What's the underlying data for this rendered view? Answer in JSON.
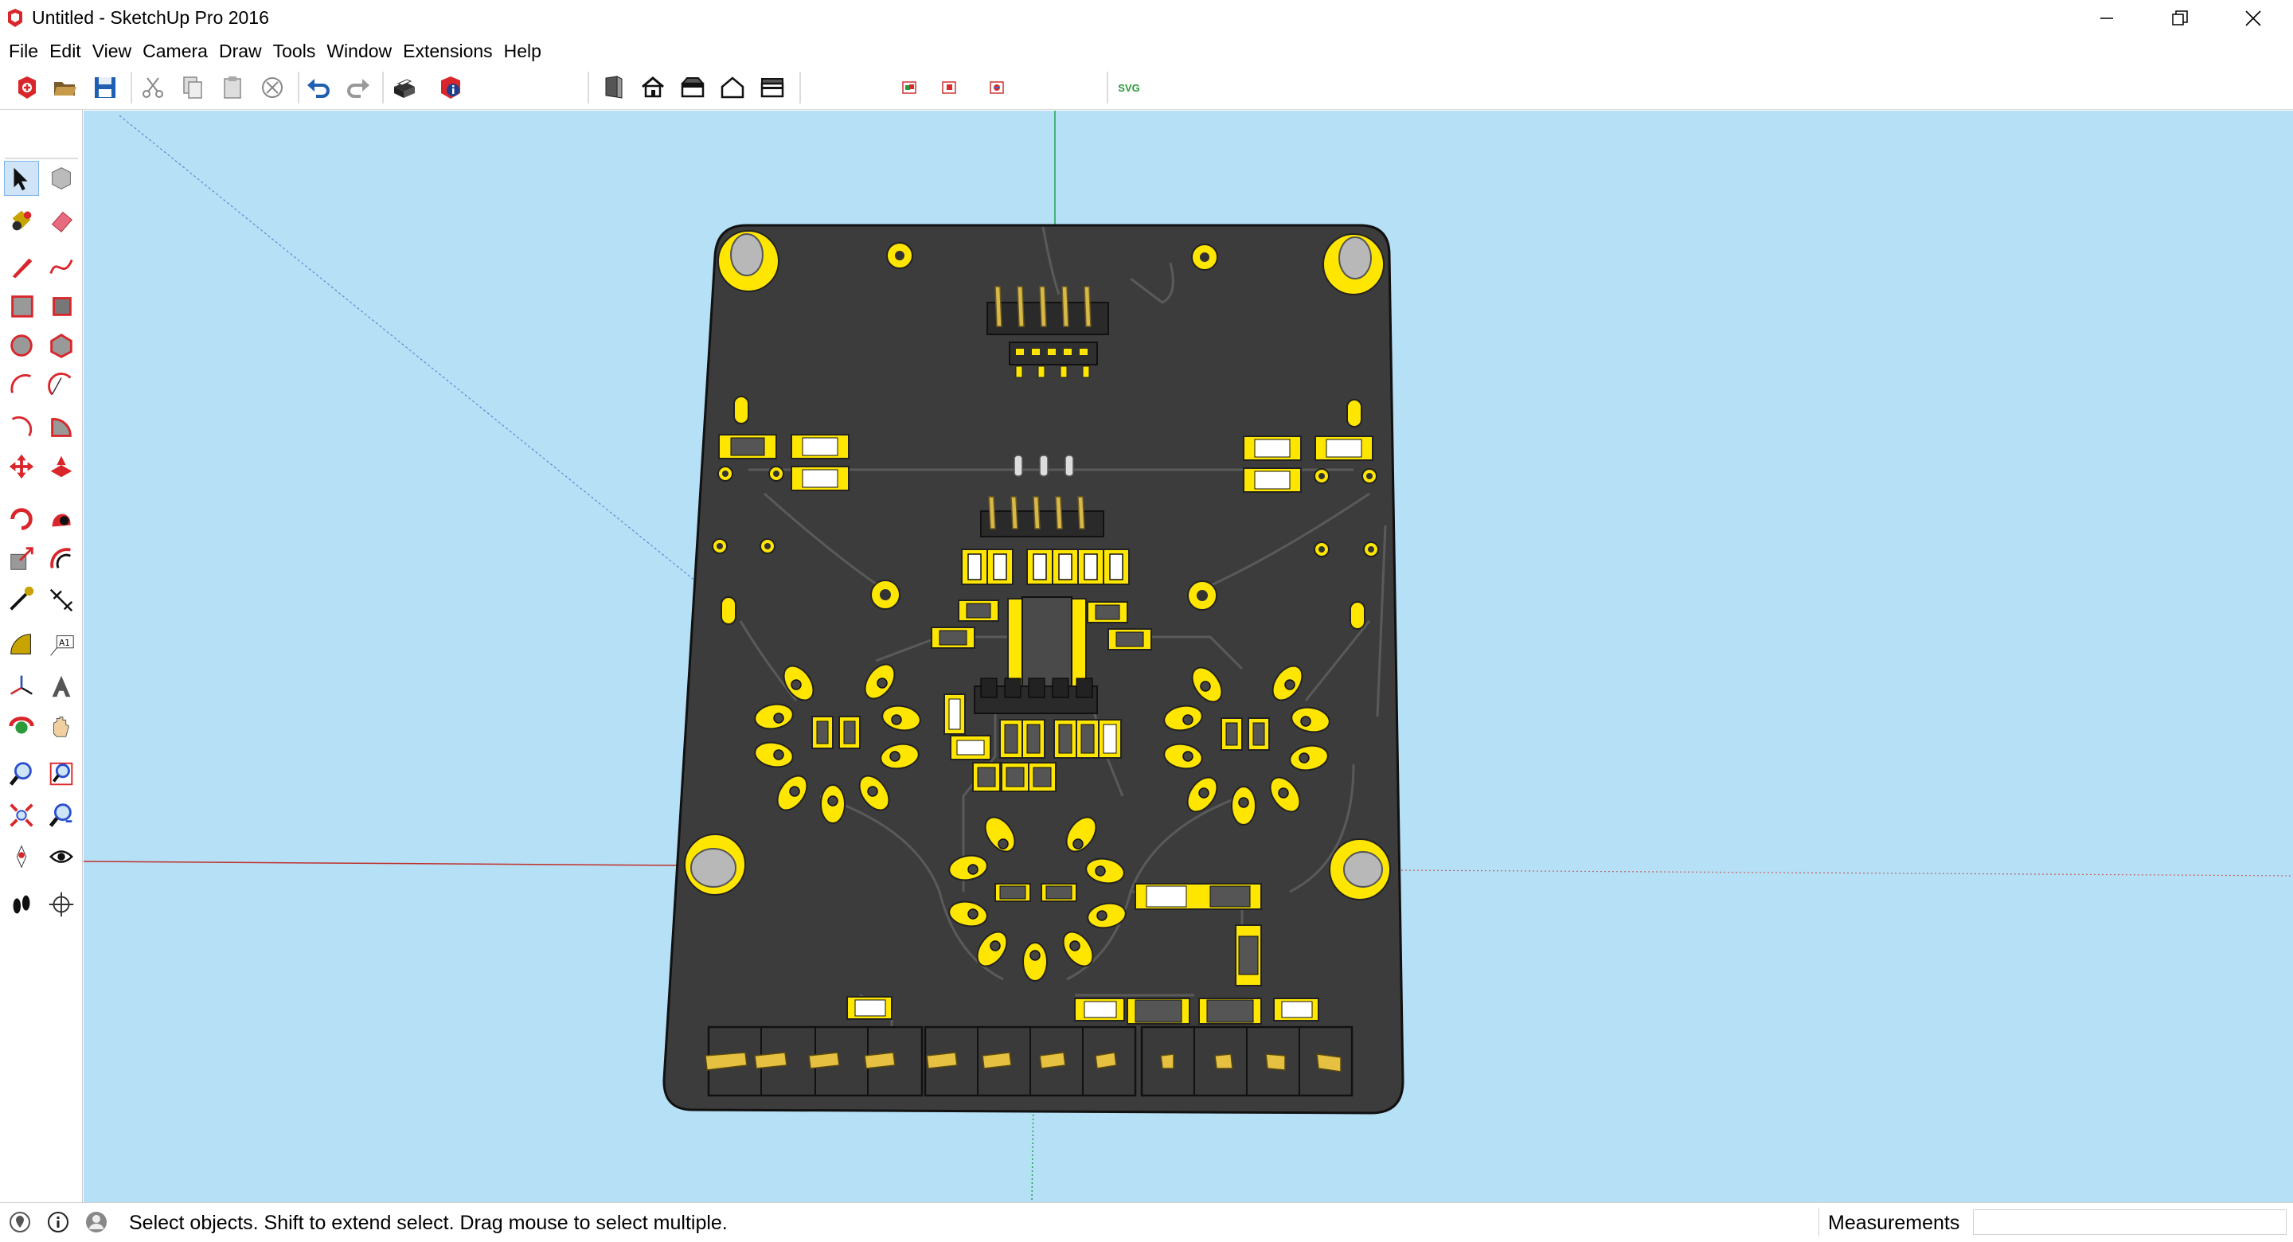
{
  "window": {
    "title": "Untitled - SketchUp Pro 2016",
    "app_icon": "sketchup-logo-icon",
    "controls": [
      "minimize-icon",
      "restore-icon",
      "close-icon"
    ]
  },
  "menu": {
    "items": [
      "File",
      "Edit",
      "View",
      "Camera",
      "Draw",
      "Tools",
      "Window",
      "Extensions",
      "Help"
    ]
  },
  "toolbar": {
    "icons": [
      "new-model-icon",
      "open-icon",
      "save-icon",
      "cut-icon",
      "copy-icon",
      "paste-icon",
      "erase-icon",
      "undo-icon",
      "redo-icon",
      "print-icon",
      "model-info-icon",
      "iso-view-icon",
      "top-view-icon",
      "front-view-icon",
      "right-view-icon",
      "back-view-icon",
      "left-view-icon",
      "export-red-icon",
      "export-pink-icon",
      "export-mixed-icon",
      "svg-export-icon"
    ],
    "svg_label": "SVG"
  },
  "tools": {
    "icons": [
      "select-icon",
      "make-component-icon",
      "paint-bucket-icon",
      "eraser-icon",
      "pencil-line-icon",
      "freehand-icon",
      "rectangle-icon",
      "rotated-rectangle-icon",
      "circle-icon",
      "polygon-icon",
      "arc-icon",
      "two-point-arc-icon",
      "three-point-arc-icon",
      "pie-icon",
      "move-icon",
      "push-pull-icon",
      "rotate-icon",
      "follow-me-icon",
      "scale-icon",
      "offset-icon",
      "tape-measure-icon",
      "dimension-icon",
      "protractor-icon",
      "text-icon",
      "axes-icon",
      "3d-text-icon",
      "orbit-icon",
      "pan-icon",
      "zoom-icon",
      "zoom-window-icon",
      "zoom-extents-icon",
      "previous-view-icon",
      "position-camera-icon",
      "look-around-icon",
      "walk-icon",
      "section-plane-icon"
    ]
  },
  "viewport": {
    "background": "#b6e0f6",
    "model": "pcb-board",
    "board_color": "#3c3c3c",
    "pad_color": "#ffe600",
    "axis_red": "#c0302a",
    "axis_green": "#1aa84a",
    "axis_blue": "#2a4fd0"
  },
  "status": {
    "icons": [
      "geo-location-icon",
      "credits-icon",
      "user-icon"
    ],
    "message": "Select objects. Shift to extend select. Drag mouse to select multiple.",
    "measurements_label": "Measurements",
    "measurements_value": ""
  }
}
